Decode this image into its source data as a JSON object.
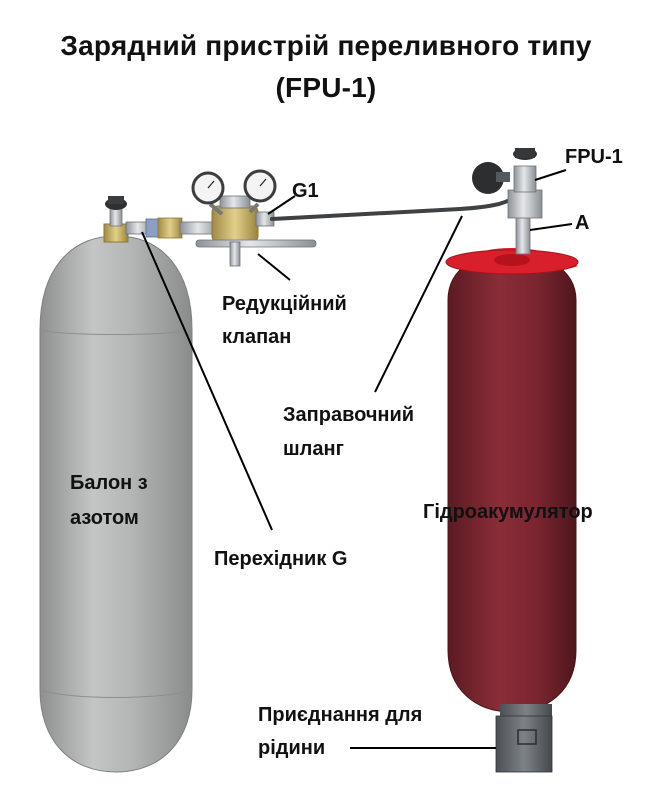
{
  "title": {
    "line1": "Зарядний пристрій переливного типу",
    "line2": "(FPU-1)"
  },
  "labels": {
    "g1": "G1",
    "fpu1": "FPU-1",
    "a": "A",
    "reducer_line1": "Редукційний",
    "reducer_line2": "клапан",
    "hose_line1": "Заправочний",
    "hose_line2": "шланг",
    "nitrogen_line1": "Балон з",
    "nitrogen_line2": "азотом",
    "accumulator": "Гідроакумулятор",
    "adapter": "Перехідник G",
    "fluid_line1": "Приєднання для",
    "fluid_line2": "рідини"
  },
  "colors": {
    "nitrogen_cylinder": "#a9acaa",
    "accumulator": "#7a2530",
    "accumulator_collar": "#d81f2b",
    "fittings": "#c7ccd0",
    "brass": "#c9b56a"
  }
}
